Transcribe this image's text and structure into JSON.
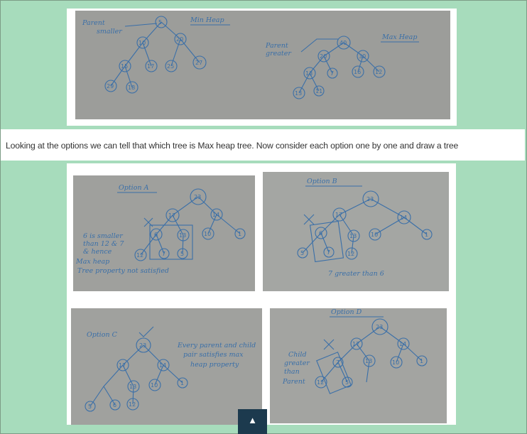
{
  "caption": "Looking at the options we can tell that which tree is Max heap tree. Now consider each option one by one and draw a tree",
  "scroll_top_icon": "triangle-up",
  "images": {
    "heaps": {
      "min_title": "Min Heap",
      "max_title": "Max Heap",
      "min_note": [
        "Parent",
        "smaller"
      ],
      "max_note": [
        "Parent",
        "greater"
      ],
      "min_nodes": [
        "5",
        "10",
        "20",
        "15",
        "17",
        "25",
        "27",
        "29",
        "18"
      ],
      "max_nodes": [
        "40",
        "20",
        "30",
        "13",
        "7",
        "16",
        "12",
        "13",
        "11"
      ]
    },
    "option_a": {
      "title": "Option A",
      "nodes": [
        "23",
        "17",
        "14",
        "6",
        "13",
        "10",
        "1",
        "12",
        "7",
        "5"
      ],
      "note": [
        "6 is smaller",
        "than 12 & 7",
        "& hence",
        "Max heap",
        "Tree property not satisfied"
      ]
    },
    "option_b": {
      "title": "Option B",
      "nodes": [
        "23",
        "17",
        "14",
        "6",
        "13",
        "10",
        "1",
        "5",
        "7",
        "12"
      ],
      "note": [
        "7 greater than 6"
      ]
    },
    "option_c": {
      "title": "Option C",
      "nodes": [
        "23",
        "17",
        "14",
        "13",
        "10",
        "1",
        "5",
        "6",
        "12"
      ],
      "note": [
        "Every parent and child",
        "pair satisfies max",
        "heap property"
      ]
    },
    "option_d": {
      "title": "Option D",
      "nodes": [
        "23",
        "17",
        "14",
        "13",
        "10",
        "1",
        "7",
        "5",
        "12"
      ],
      "note": [
        "Child",
        "greater",
        "than",
        "Parent"
      ]
    }
  }
}
